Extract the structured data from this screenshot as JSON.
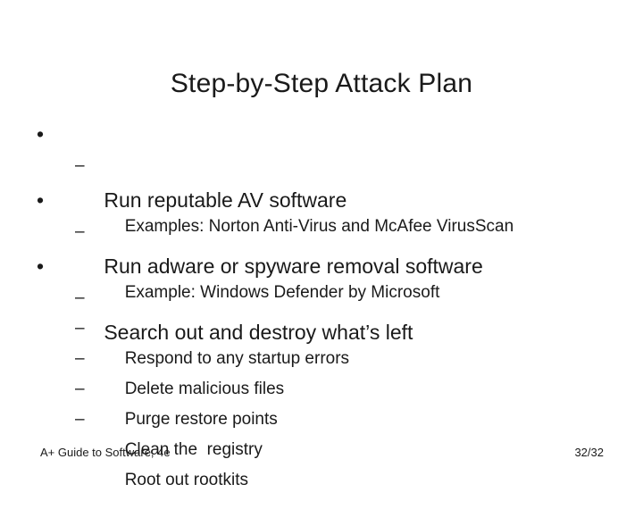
{
  "slide": {
    "title": "Step-by-Step Attack Plan",
    "background_color": "#ffffff",
    "text_color": "#1a1a1a",
    "bullet_marker": "•",
    "dash_marker": "–",
    "content": [
      {
        "level": 1,
        "text": "Run reputable AV software"
      },
      {
        "level": 2,
        "text": "Examples: Norton Anti-Virus and McAfee VirusScan"
      },
      {
        "level": 1,
        "text": "Run adware or spyware removal software"
      },
      {
        "level": 2,
        "text": "Example: Windows Defender by Microsoft"
      },
      {
        "level": 1,
        "text": "Search out and destroy what’s left"
      },
      {
        "level": 2,
        "text": "Respond to any startup errors"
      },
      {
        "level": 2,
        "text": "Delete malicious files"
      },
      {
        "level": 2,
        "text": "Purge restore points"
      },
      {
        "level": 2,
        "text": "Clean the  registry"
      },
      {
        "level": 2,
        "text": "Root out rootkits"
      }
    ]
  },
  "footer": {
    "source": "A+ Guide to Software, 4e",
    "page_indicator": "32/32"
  }
}
